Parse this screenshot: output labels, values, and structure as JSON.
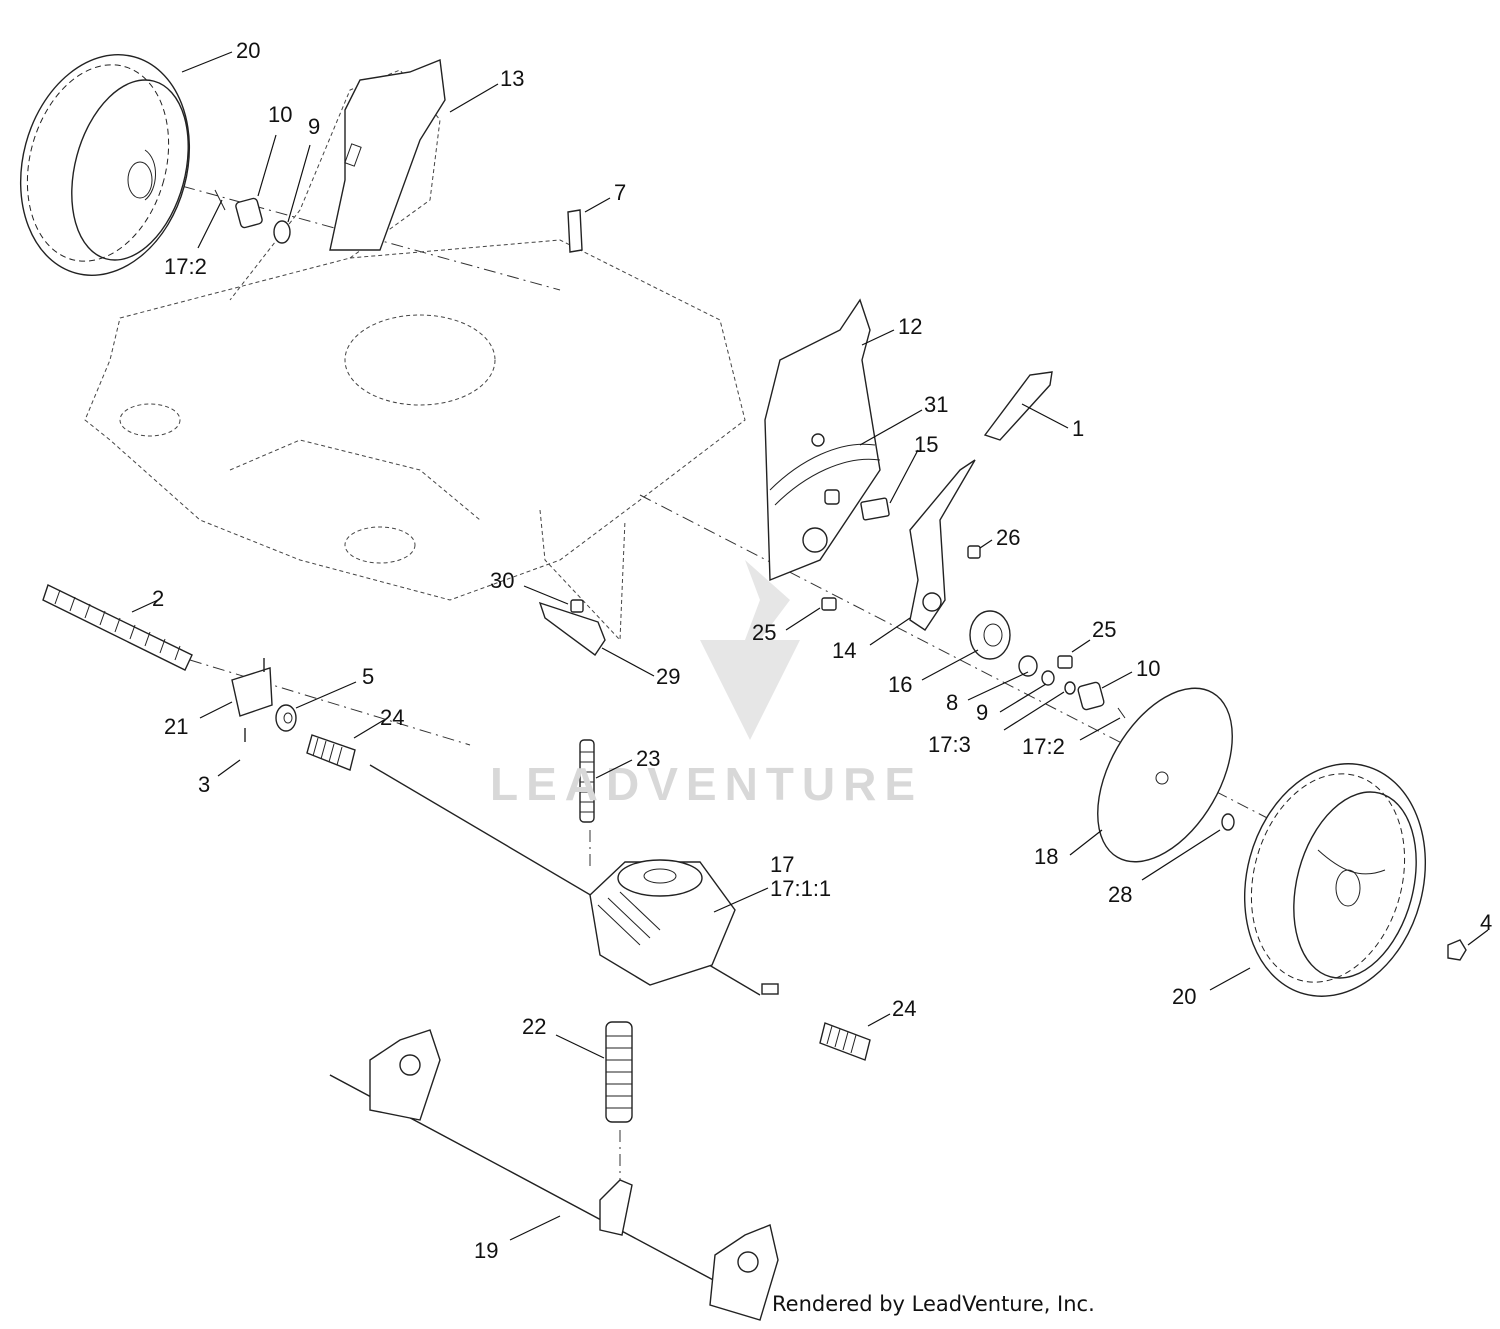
{
  "watermark": {
    "text": "LEADVENTURE"
  },
  "credit": "Rendered by LeadVenture, Inc.",
  "callouts": {
    "c20a": "20",
    "c13": "13",
    "c10a": "10",
    "c9a": "9",
    "c17_2a": "17:2",
    "c7": "7",
    "c12": "12",
    "c31": "31",
    "c1": "1",
    "c15": "15",
    "c26": "26",
    "c2": "2",
    "c30": "30",
    "c25a": "25",
    "c14": "14",
    "c25b": "25",
    "c10b": "10",
    "c5": "5",
    "c21": "21",
    "c24a": "24",
    "c29": "29",
    "c16": "16",
    "c8": "8",
    "c9b": "9",
    "c17_3": "17:3",
    "c17_2b": "17:2",
    "c3": "3",
    "c23": "23",
    "c18": "18",
    "c17": "17",
    "c17_1_1": "17:1:1",
    "c28": "28",
    "c4": "4",
    "c20b": "20",
    "c22": "22",
    "c24b": "24",
    "c19": "19"
  }
}
